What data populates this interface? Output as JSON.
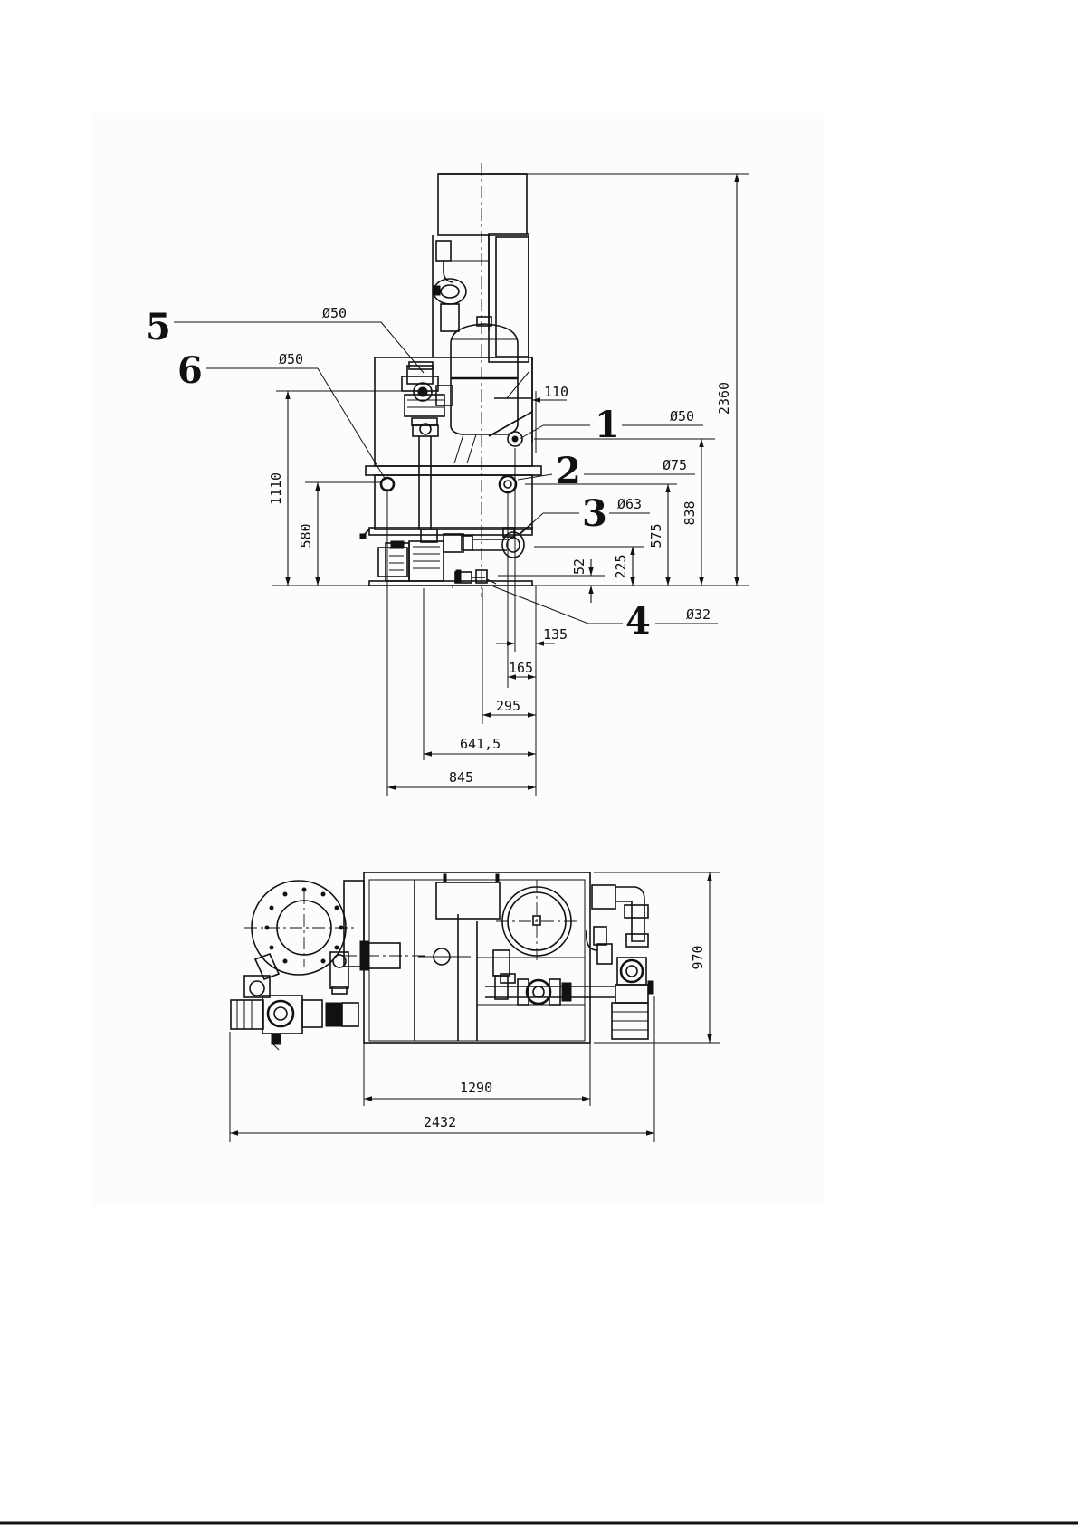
{
  "callouts": [
    {
      "num": "5",
      "dia": "Ø50"
    },
    {
      "num": "6",
      "dia": "Ø50"
    },
    {
      "num": "1",
      "dia": "Ø50"
    },
    {
      "num": "2",
      "dia": "Ø75"
    },
    {
      "num": "3",
      "dia": "Ø63"
    },
    {
      "num": "4",
      "dia": "Ø32"
    }
  ],
  "side_view": {
    "heights": [
      "2360",
      "1110",
      "580",
      "838",
      "575",
      "225",
      "52"
    ],
    "offset_top": "110",
    "widths": [
      "135",
      "165",
      "295",
      "641,5",
      "845"
    ]
  },
  "top_view": {
    "depth": "970",
    "tank_width": "1290",
    "overall_width": "2432"
  }
}
